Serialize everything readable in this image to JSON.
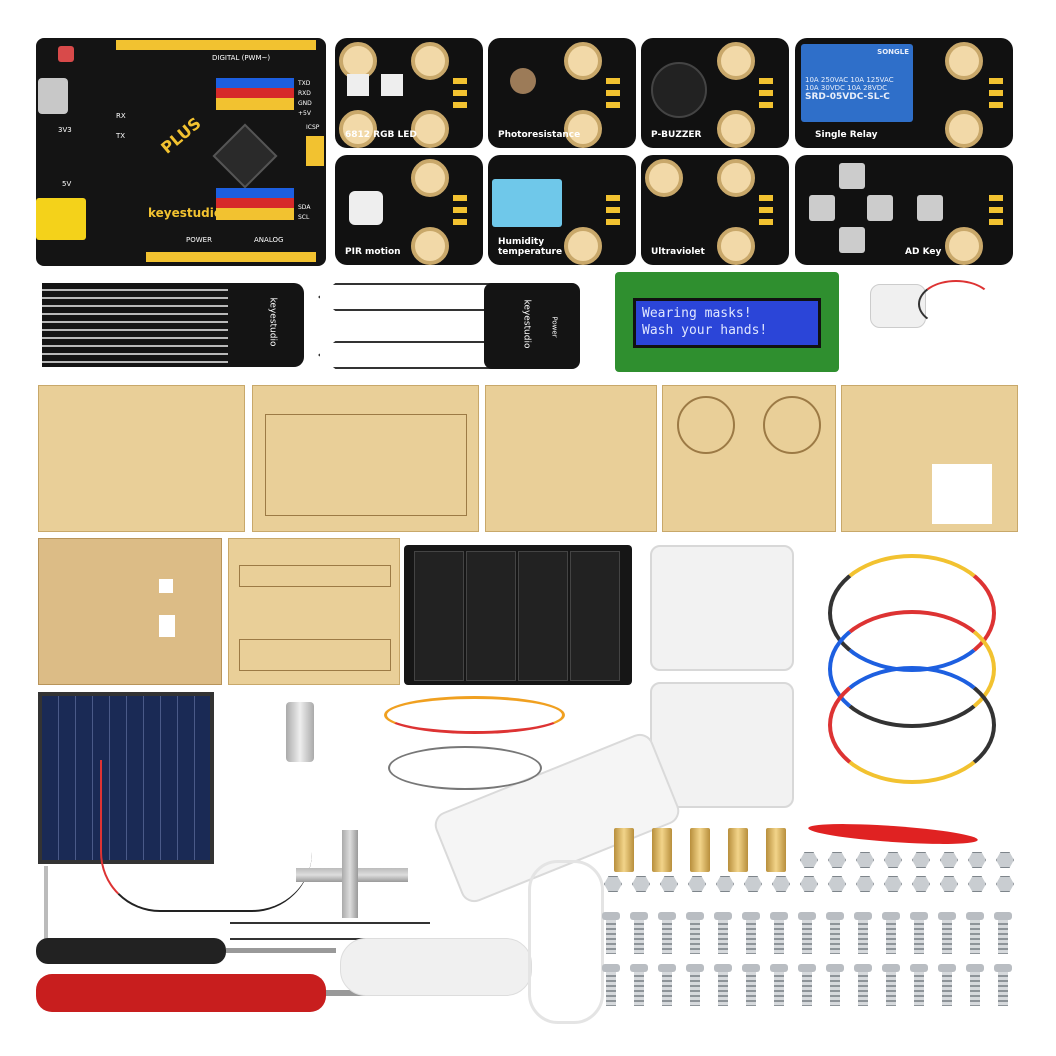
{
  "board": {
    "plus": "PLUS",
    "brand": "keyestudio",
    "digital": "DIGITAL (PWM~)",
    "analog": "ANALOG",
    "power": "POWER",
    "v33": "3V3",
    "v5": "5V",
    "txd": "TXD",
    "rxd": "RXD",
    "gnd": "GND",
    "p5v": "+5V",
    "icsp": "ICSP",
    "sda": "SDA",
    "scl": "SCL",
    "rx": "RX",
    "tx": "TX"
  },
  "modules": {
    "rgb": "6812 RGB LED",
    "photo": "Photoresistance",
    "buzzer": "P-BUZZER",
    "relay": "Single Relay",
    "relay_brand": "SONGLE",
    "relay_specs": [
      "10A 250VAC  10A 125VAC",
      "10A 30VDC  10A 28VDC",
      "SRD-05VDC-SL-C"
    ],
    "pir": "PIR motion",
    "humidity": "Humidity temperature",
    "uv": "Ultraviolet",
    "adkey": "AD Key"
  },
  "sensors": {
    "water_brand": "keyestudio",
    "soil_brand": "keyestudio",
    "soil_power": "Power"
  },
  "lcd": {
    "line1": "Wearing masks!",
    "line2": "Wash your hands!"
  },
  "colors": {
    "pcb": "#141414",
    "header_yellow": "#f2c230",
    "lcd_blue": "#2b45d8",
    "lcd_green": "#2f8f2f",
    "wood": "#e9cf98",
    "relay_blue": "#2f6fc9"
  }
}
